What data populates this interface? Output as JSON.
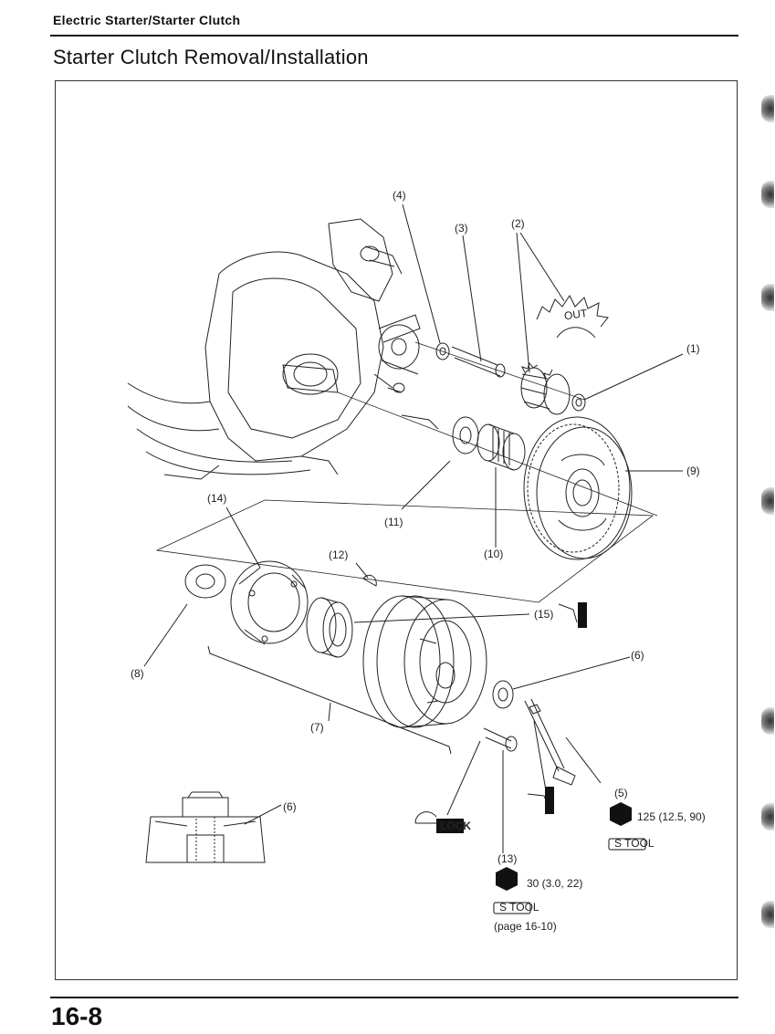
{
  "header": {
    "section": "Electric Starter/Starter Clutch"
  },
  "title": "Starter Clutch Removal/Installation",
  "callouts": {
    "c1": "(1)",
    "c2": "(2)",
    "c3": "(3)",
    "c4": "(4)",
    "c5": "(5)",
    "c6a": "(6)",
    "c6b": "(6)",
    "c7": "(7)",
    "c8": "(8)",
    "c9": "(9)",
    "c10": "(10)",
    "c11": "(11)",
    "c12": "(12)",
    "c13": "(13)",
    "c14": "(14)",
    "c15": "(15)"
  },
  "gear_mark": "OUT",
  "specs": {
    "bolt5_torque": "125 (12.5, 90)",
    "bolt13_torque": "30 (3.0, 22)",
    "tool_label": "S TOOL",
    "page_ref": "(page 16-10)",
    "lock_label": "LOCK"
  },
  "footer": {
    "page": "16-8"
  }
}
